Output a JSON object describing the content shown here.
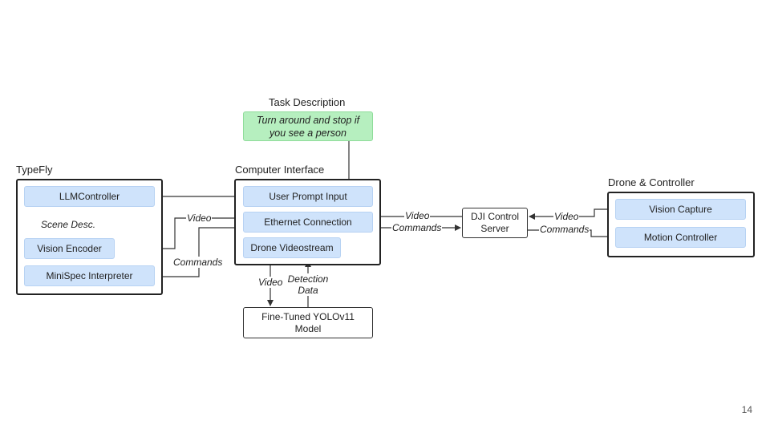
{
  "task": {
    "title": "Task Description",
    "text": "Turn around and stop if you see a person"
  },
  "typefly": {
    "title": "TypeFly",
    "llm_controller": "LLMController",
    "vision_encoder": "Vision Encoder",
    "minispec_interpreter": "MiniSpec Interpreter",
    "scene_desc_label": "Scene Desc."
  },
  "computer_interface": {
    "title": "Computer Interface",
    "user_prompt_input": "User Prompt Input",
    "ethernet_connection": "Ethernet Connection",
    "drone_videostream": "Drone Videostream"
  },
  "dji": {
    "label": "DJI Control Server"
  },
  "drone": {
    "title": "Drone & Controller",
    "vision_capture": "Vision Capture",
    "motion_controller": "Motion Controller"
  },
  "yolo": {
    "label": "Fine-Tuned YOLOv11 Model"
  },
  "edge_labels": {
    "video_ci_to_typefly": "Video",
    "commands_typefly_to_ci": "Commands",
    "video_dji_to_ci": "Video",
    "commands_ci_to_dji": "Commands",
    "video_drone_to_dji": "Video",
    "commands_dji_to_drone": "Commands",
    "video_to_yolo": "Video",
    "detection_data": "Detection Data"
  },
  "page_number": "14",
  "colors": {
    "node_fill": "#cfe3fb",
    "task_fill": "#b6efbf",
    "line": "#333333"
  }
}
